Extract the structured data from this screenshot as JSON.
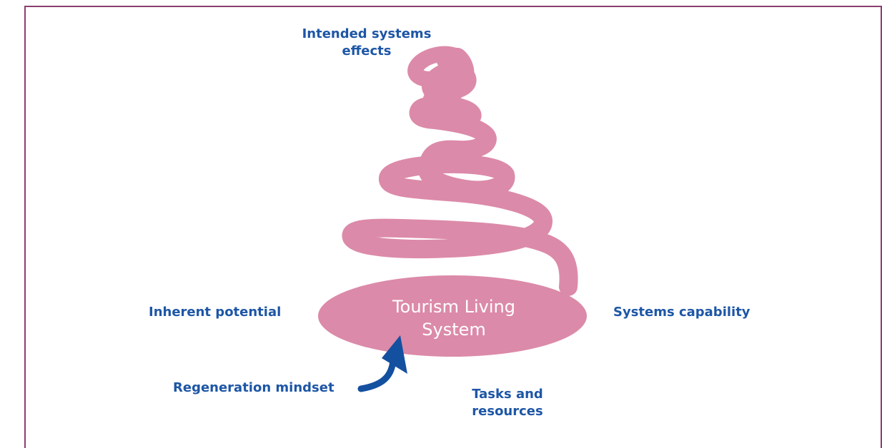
{
  "diagram": {
    "center_label": "Tourism Living System",
    "labels": {
      "top": "Intended systems effects",
      "left": "Inherent potential",
      "right": "Systems capability",
      "bottom_left": "Regeneration mindset",
      "bottom_right": "Tasks and resources"
    },
    "colors": {
      "spiral": "#dc8aa9",
      "label_text": "#1d56a6",
      "arrow": "#1450a0",
      "frame": "#8a3f6f",
      "center_text": "#ffffff"
    }
  }
}
